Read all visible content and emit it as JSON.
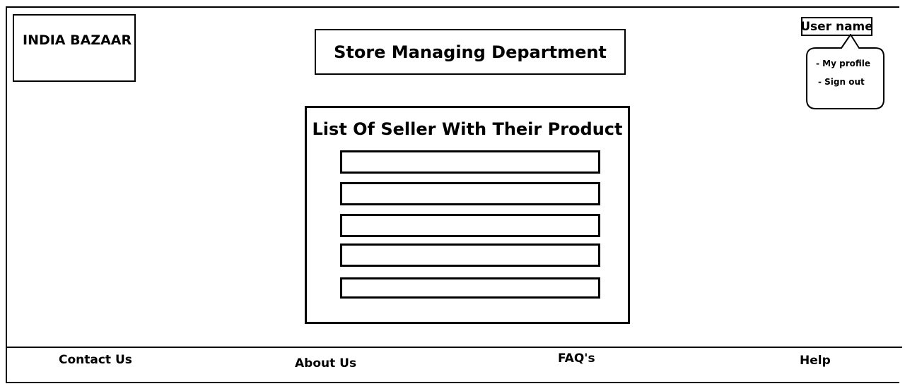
{
  "header": {
    "logo": "INDIA BAZAAR",
    "department_title": "Store Managing Department",
    "user": {
      "name": "User name",
      "menu": [
        "- My profile",
        "- Sign out"
      ]
    }
  },
  "main": {
    "list_title": "List Of Seller With Their Product",
    "rows": [
      "",
      "",
      "",
      "",
      ""
    ]
  },
  "footer": {
    "links": [
      "Contact Us",
      "About Us",
      "FAQ's",
      "Help"
    ]
  }
}
